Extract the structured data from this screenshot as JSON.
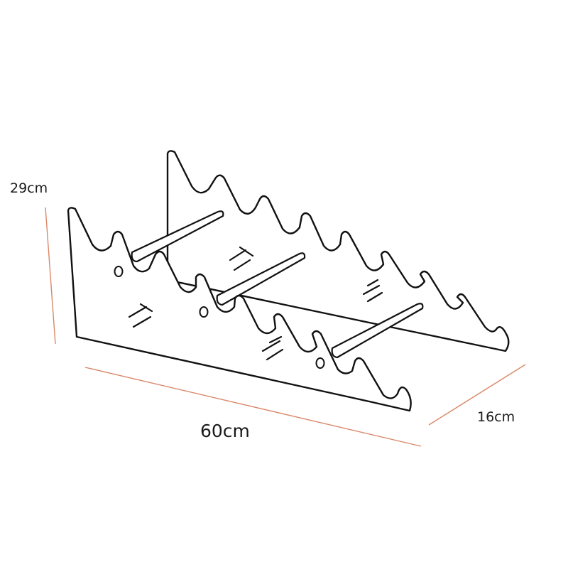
{
  "diagram": {
    "dimensions": {
      "height": "29cm",
      "width": "60cm",
      "depth": "16cm"
    },
    "colors": {
      "outline": "#111111",
      "dimension_line": "#d9886a",
      "background": "#ffffff"
    }
  }
}
